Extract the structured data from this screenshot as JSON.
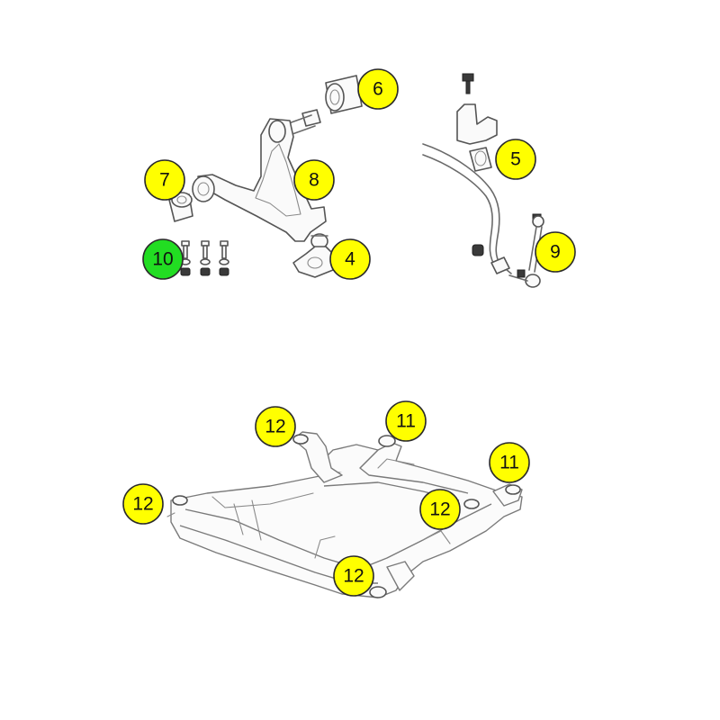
{
  "callouts": [
    {
      "id": "c6",
      "label": "6",
      "color": "#ffff00"
    },
    {
      "id": "c5",
      "label": "5",
      "color": "#ffff00"
    },
    {
      "id": "c7",
      "label": "7",
      "color": "#ffff00"
    },
    {
      "id": "c8",
      "label": "8",
      "color": "#ffff00"
    },
    {
      "id": "c9",
      "label": "9",
      "color": "#ffff00"
    },
    {
      "id": "c10",
      "label": "10",
      "color": "#22dd22"
    },
    {
      "id": "c4",
      "label": "4",
      "color": "#ffff00"
    },
    {
      "id": "c12a",
      "label": "12",
      "color": "#ffff00"
    },
    {
      "id": "c11a",
      "label": "11",
      "color": "#ffff00"
    },
    {
      "id": "c11b",
      "label": "11",
      "color": "#ffff00"
    },
    {
      "id": "c12b",
      "label": "12",
      "color": "#ffff00"
    },
    {
      "id": "c12c",
      "label": "12",
      "color": "#ffff00"
    },
    {
      "id": "c12d",
      "label": "12",
      "color": "#ffff00"
    }
  ]
}
